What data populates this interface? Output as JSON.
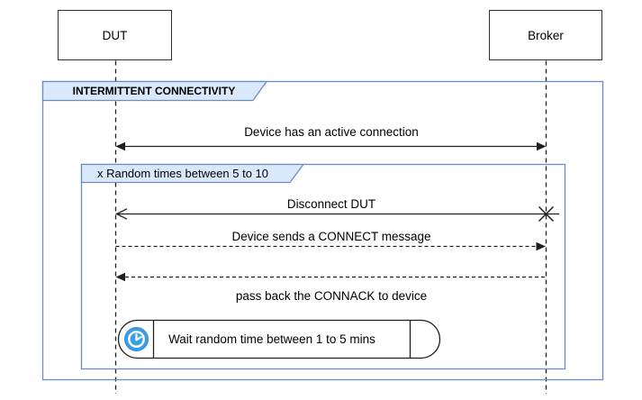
{
  "diagram": {
    "type": "sequence-diagram",
    "actors": [
      {
        "label": "DUT"
      },
      {
        "label": "Broker"
      }
    ],
    "outer_frame": {
      "title": "INTERMITTENT CONNECTIVITY"
    },
    "loop_frame": {
      "title": "x Random times between 5 to 10"
    },
    "messages": [
      {
        "label": "Device has an active connection",
        "style": "solid-line-arrowheads-both-ends"
      },
      {
        "label": "Disconnect DUT",
        "style": "solid-line-open-arrow-to-DUT-x-at-Broker"
      },
      {
        "label": "Device sends a CONNECT message",
        "style": "dashed-line-arrow-to-Broker"
      },
      {
        "label": "pass back the CONNACK to device",
        "style": "dashed-line-arrow-to-DUT"
      }
    ],
    "delay": {
      "icon": "clock-icon",
      "label": "Wait random time between 1 to 5 mins"
    },
    "colors": {
      "frame_border": "#6c8ebf",
      "frame_fill": "#dae8fc",
      "line": "#1f1f1f",
      "clock_blue": "#3aa0e4"
    }
  }
}
